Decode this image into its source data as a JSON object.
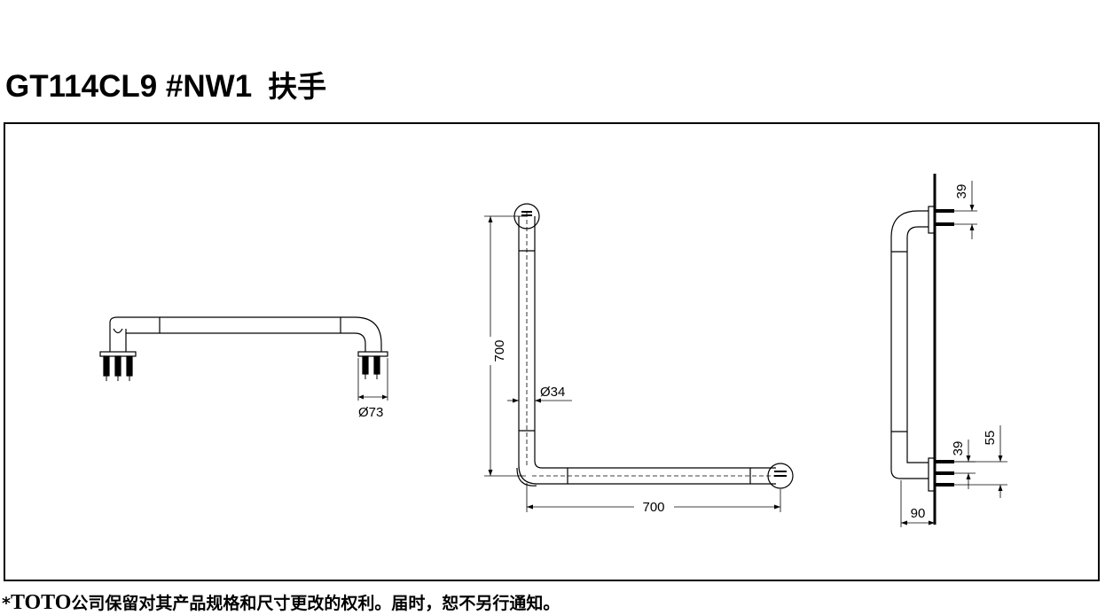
{
  "title": {
    "model": "GT114CL9 #NW1",
    "name": "扶手"
  },
  "dimensions": {
    "flange_diameter": "Ø73",
    "vertical_length": "700",
    "tube_diameter": "Ø34",
    "horizontal_length": "700",
    "top_fix_spacing": "39",
    "bottom_fix_spacing": "39",
    "bottom_fix_offset": "55",
    "wall_projection": "90"
  },
  "footnote": {
    "prefix": "*",
    "brand": "TOTO",
    "text": "公司保留对其产品规格和尺寸更改的权利。届时，恕不另行通知。"
  }
}
